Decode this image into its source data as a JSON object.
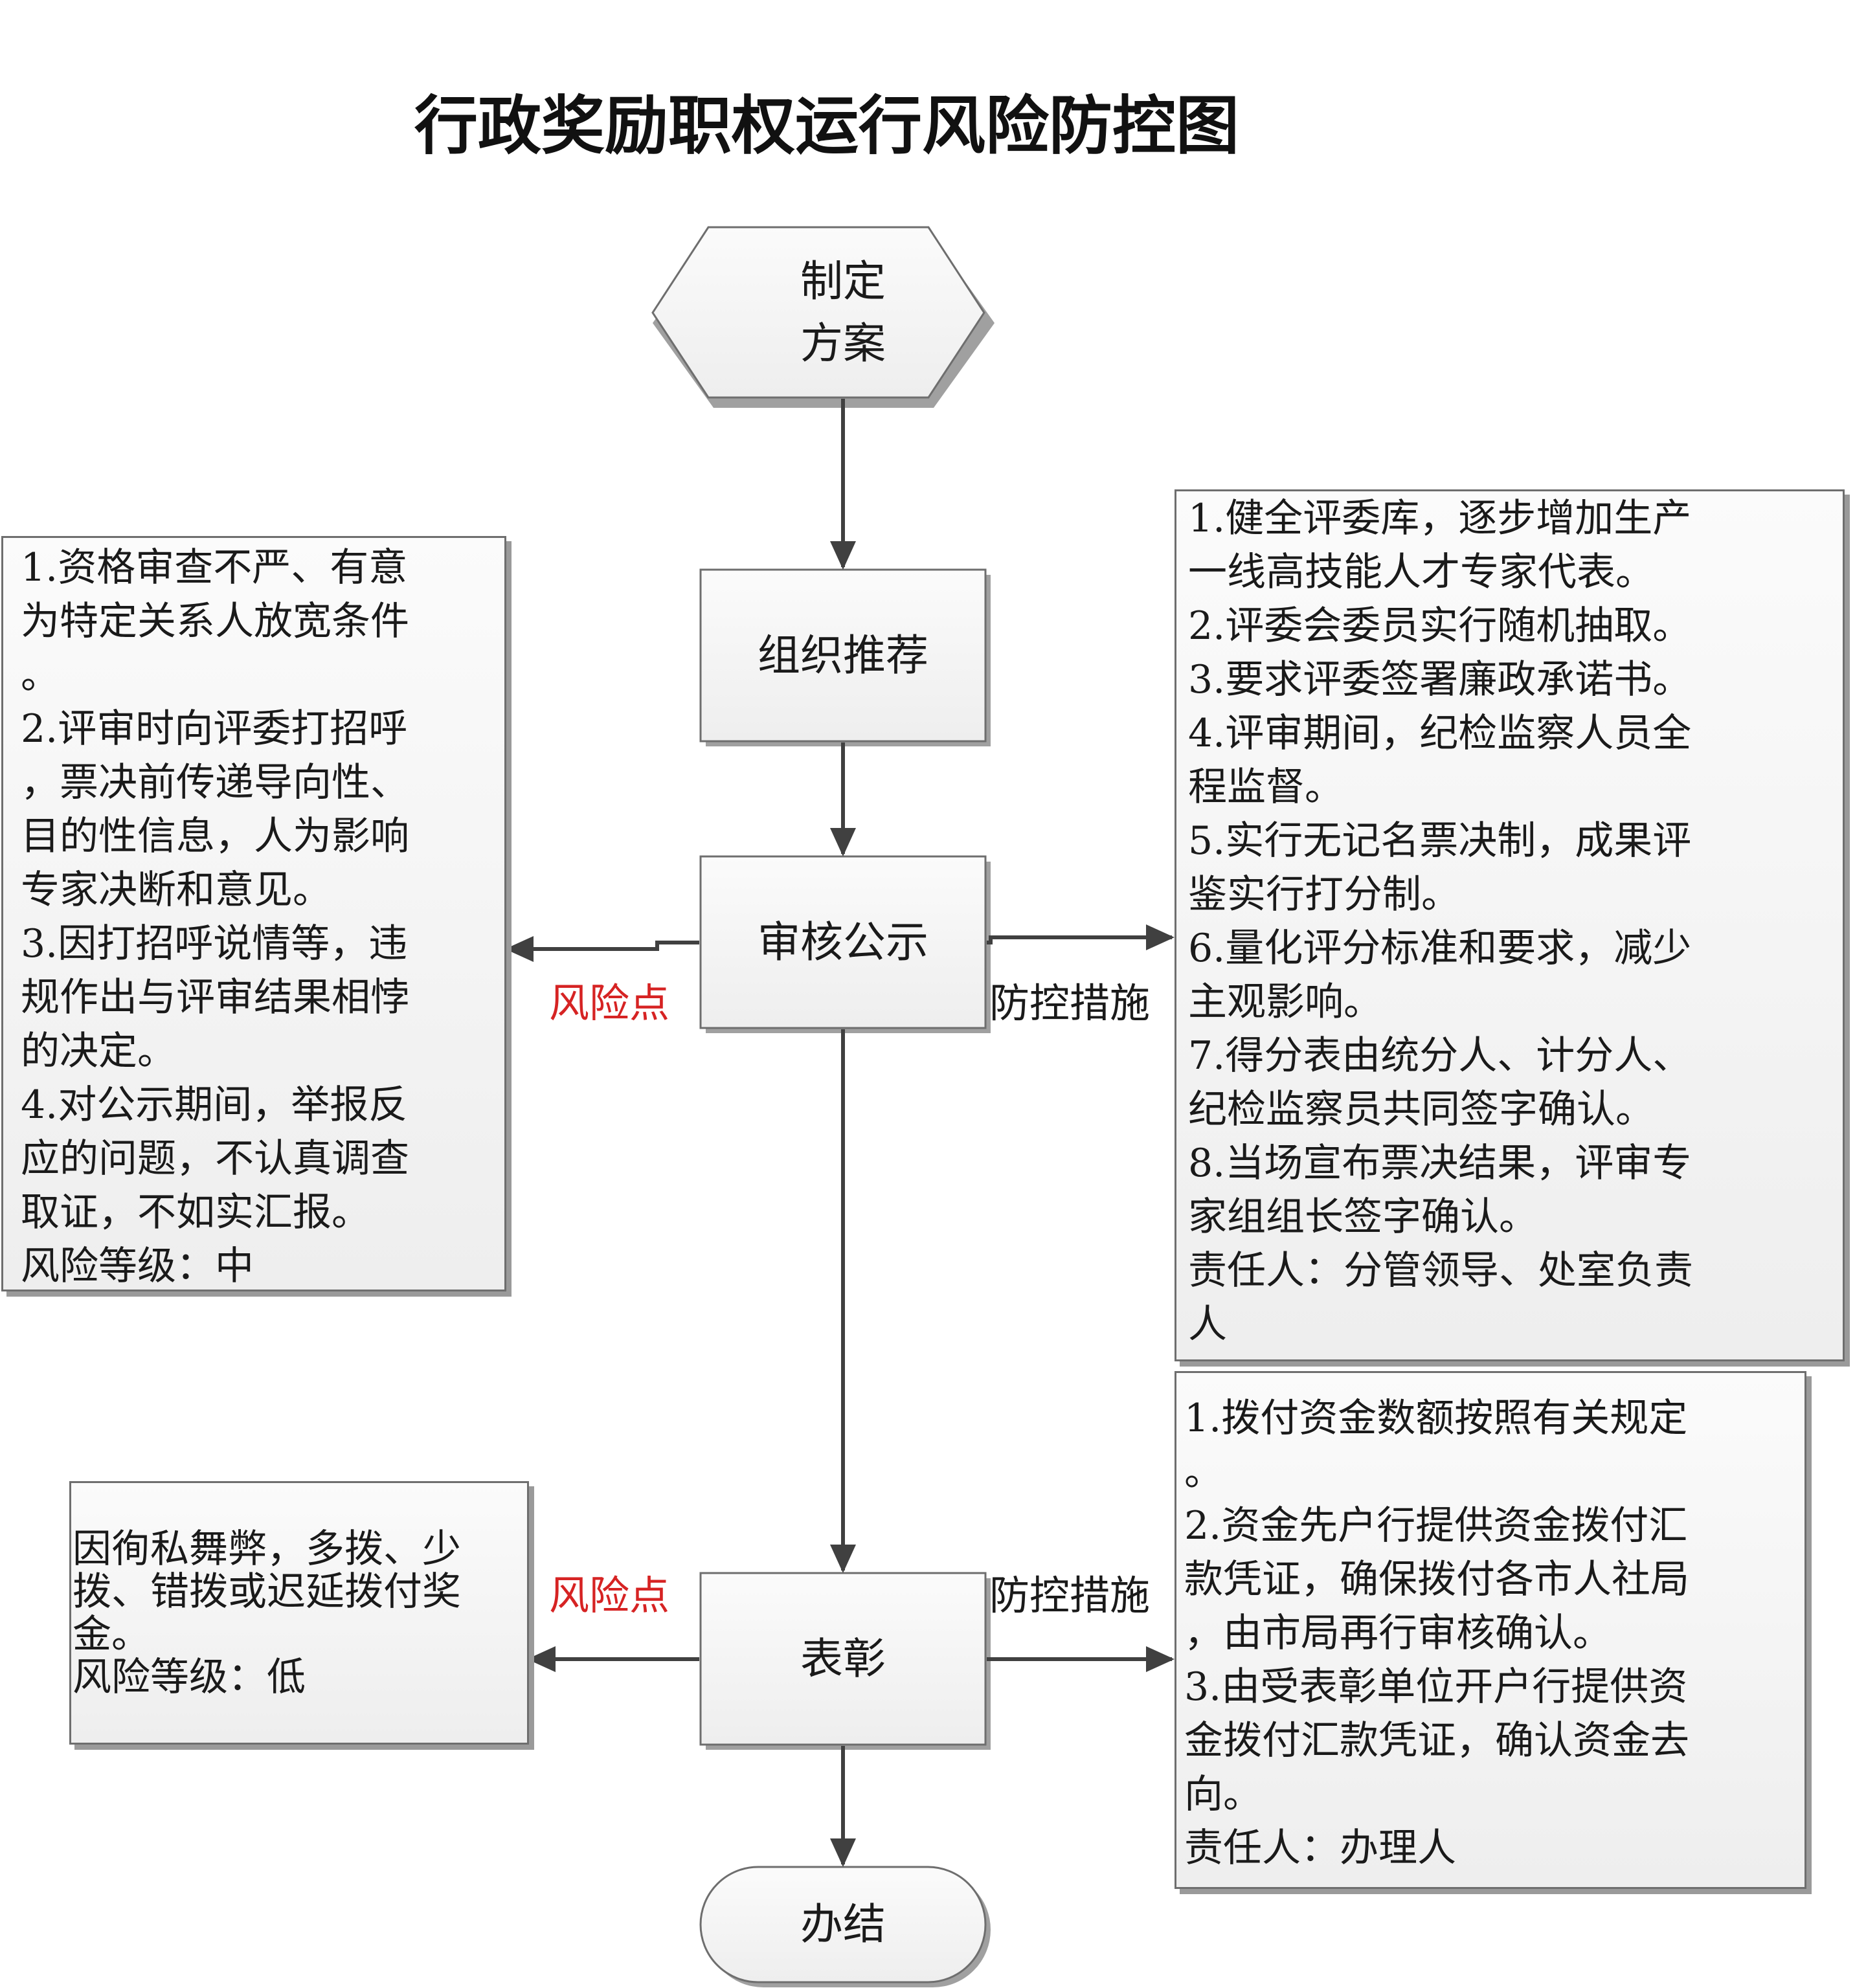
{
  "title": "行政奖励职权运行风险防控图",
  "colors": {
    "risk_label": "#d62323",
    "text": "#1a1a1a",
    "line": "#404040",
    "box_border": "#6e6e6e"
  },
  "nodes": {
    "start": "制定\n方案",
    "recommend": "组织推荐",
    "review": "审核公示",
    "commend": "表彰",
    "end": "办结"
  },
  "labels": {
    "risk_point": "风险点",
    "control_measures": "防控措施"
  },
  "review_risks": [
    "1.资格审查不严、有意",
    "为特定关系人放宽条件",
    "。",
    "2.评审时向评委打招呼",
    "，票决前传递导向性、",
    "目的性信息，人为影响",
    "专家决断和意见。",
    "3.因打招呼说情等，违",
    "规作出与评审结果相悖",
    "的决定。",
    "4.对公示期间，举报反",
    "应的问题，不认真调查",
    "取证，不如实汇报。",
    "风险等级：中"
  ],
  "review_controls": [
    "1.健全评委库，逐步增加生产",
    "一线高技能人才专家代表。",
    "2.评委会委员实行随机抽取。",
    "3.要求评委签署廉政承诺书。",
    "4.评审期间，纪检监察人员全",
    "程监督。",
    "5.实行无记名票决制，成果评",
    "鉴实行打分制。",
    "6.量化评分标准和要求，减少",
    "主观影响。",
    "7.得分表由统分人、计分人、",
    "纪检监察员共同签字确认。",
    "8.当场宣布票决结果，评审专",
    "家组组长签字确认。",
    "责任人：分管领导、处室负责",
    "人"
  ],
  "commend_risks": [
    "因徇私舞弊，多拨、少",
    "拨、错拨或迟延拨付奖",
    "金。",
    "风险等级：低"
  ],
  "commend_controls": [
    "1.拨付资金数额按照有关规定",
    "。",
    "2.资金先户行提供资金拨付汇",
    "款凭证，确保拨付各市人社局",
    "，由市局再行审核确认。",
    "3.由受表彰单位开户行提供资",
    "金拨付汇款凭证，确认资金去",
    "向。",
    "责任人：办理人"
  ]
}
